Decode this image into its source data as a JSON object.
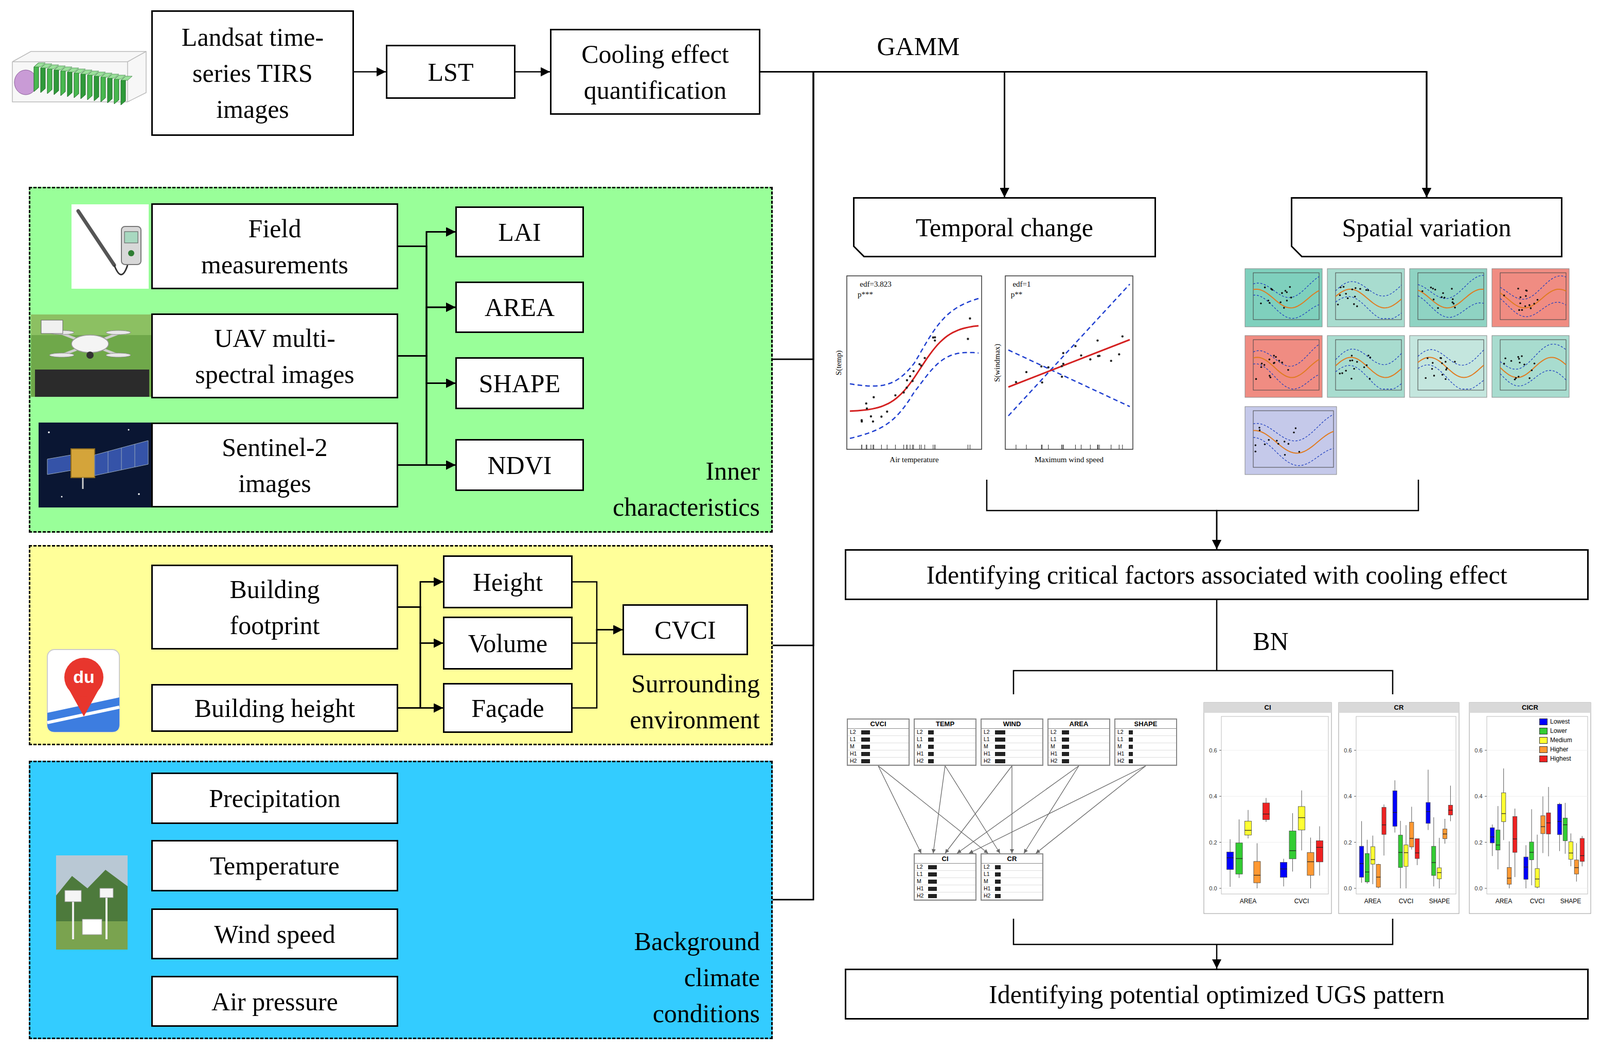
{
  "diagram": {
    "nodes": [
      {
        "text": [
          "Landsat time-series TIRS images"
        ]
      },
      {
        "text": [
          "LST"
        ]
      },
      {
        "text": [
          "Cooling effect quantification"
        ]
      },
      {
        "text": [
          "Inner characteristics"
        ]
      },
      {
        "text": [
          "Field measurements"
        ],
        "in": 3
      },
      {
        "text": [
          "UAV multi-spectral images"
        ],
        "in": 3
      },
      {
        "text": [
          "Sentinel-2 images"
        ],
        "in": 3
      },
      {
        "text": [
          "LAI"
        ],
        "in": 3
      },
      {
        "text": [
          "AREA"
        ],
        "in": 3
      },
      {
        "text": [
          "SHAPE"
        ],
        "in": 3
      },
      {
        "text": [
          "NDVI"
        ],
        "in": 3
      },
      {
        "text": [
          "Surrounding environment"
        ]
      },
      {
        "text": [
          "Building footprint"
        ],
        "in": 11
      },
      {
        "text": [
          "Building height"
        ],
        "in": 11
      },
      {
        "text": [
          "Height"
        ],
        "in": 11
      },
      {
        "text": [
          "Volume"
        ],
        "in": 11
      },
      {
        "text": [
          "Façade"
        ],
        "in": 11
      },
      {
        "text": [
          "CVCI"
        ],
        "in": 11
      },
      {
        "text": [
          "Background climate conditions"
        ]
      },
      {
        "text": [
          "Precipitation"
        ],
        "in": 18
      },
      {
        "text": [
          "Temperature"
        ],
        "in": 18
      },
      {
        "text": [
          "Wind speed"
        ],
        "in": 18
      },
      {
        "text": [
          "Air pressure"
        ],
        "in": 18
      },
      {
        "text": [
          "Temporal change"
        ]
      },
      {
        "text": [
          "Spatial variation"
        ]
      },
      {
        "text": [
          "Identifying critical factors associated with cooling effect"
        ]
      },
      {
        "text": [
          "CVCI",
          "L2",
          "L1",
          "M",
          "H1",
          "H2"
        ]
      },
      {
        "text": [
          "TEMP",
          "L2",
          "L1",
          "M",
          "H1",
          "H2"
        ]
      },
      {
        "text": [
          "WIND",
          "L2",
          "L1",
          "M",
          "H1",
          "H2"
        ]
      },
      {
        "text": [
          "AREA",
          "L2",
          "L1",
          "M",
          "H1",
          "H2"
        ]
      },
      {
        "text": [
          "SHAPE",
          "L2",
          "L1",
          "M",
          "H1",
          "H2"
        ]
      },
      {
        "text": [
          "CI",
          "L2",
          "L1",
          "M",
          "H1",
          "H2"
        ]
      },
      {
        "text": [
          "CR",
          "L2",
          "L1",
          "M",
          "H1",
          "H2"
        ]
      },
      {
        "text": [
          "Identifying potential optimized UGS pattern"
        ]
      }
    ],
    "edges": [
      {
        "from": 0,
        "to": 1,
        "arrow": "to"
      },
      {
        "from": 1,
        "to": 2,
        "arrow": "to"
      },
      {
        "from": 2,
        "to": 23,
        "arrow": "to"
      },
      {
        "from": 2,
        "to": 24,
        "arrow": "to"
      },
      {
        "from": 3,
        "to": 23,
        "arrow": "to"
      },
      {
        "from": 3,
        "to": 24,
        "arrow": "to"
      },
      {
        "from": 11,
        "to": 23,
        "arrow": "to"
      },
      {
        "from": 11,
        "to": 24,
        "arrow": "to"
      },
      {
        "from": 18,
        "to": 23,
        "arrow": "to"
      },
      {
        "from": 18,
        "to": 24,
        "arrow": "to"
      },
      {
        "from": 4,
        "to": 7,
        "arrow": "to"
      },
      {
        "from": 4,
        "to": 8,
        "arrow": "to"
      },
      {
        "from": 4,
        "to": 9,
        "arrow": "to"
      },
      {
        "from": 4,
        "to": 10,
        "arrow": "to"
      },
      {
        "from": 5,
        "to": 7,
        "arrow": "to"
      },
      {
        "from": 5,
        "to": 8,
        "arrow": "to"
      },
      {
        "from": 5,
        "to": 9,
        "arrow": "to"
      },
      {
        "from": 5,
        "to": 10,
        "arrow": "to"
      },
      {
        "from": 6,
        "to": 7,
        "arrow": "to"
      },
      {
        "from": 6,
        "to": 8,
        "arrow": "to"
      },
      {
        "from": 6,
        "to": 9,
        "arrow": "to"
      },
      {
        "from": 6,
        "to": 10,
        "arrow": "to"
      },
      {
        "from": 12,
        "to": 14,
        "arrow": "to"
      },
      {
        "from": 12,
        "to": 15,
        "arrow": "to"
      },
      {
        "from": 12,
        "to": 16,
        "arrow": "to"
      },
      {
        "from": 13,
        "to": 14,
        "arrow": "to"
      },
      {
        "from": 13,
        "to": 15,
        "arrow": "to"
      },
      {
        "from": 13,
        "to": 16,
        "arrow": "to"
      },
      {
        "from": 14,
        "to": 17,
        "arrow": "to"
      },
      {
        "from": 15,
        "to": 17,
        "arrow": "to"
      },
      {
        "from": 16,
        "to": 17,
        "arrow": "to"
      },
      {
        "from": 23,
        "to": 25,
        "arrow": "to"
      },
      {
        "from": 24,
        "to": 25,
        "arrow": "to"
      },
      {
        "from": 26,
        "to": 31,
        "arrow": "to"
      },
      {
        "from": 26,
        "to": 32,
        "arrow": "to"
      },
      {
        "from": 27,
        "to": 31,
        "arrow": "to"
      },
      {
        "from": 27,
        "to": 32,
        "arrow": "to"
      },
      {
        "from": 28,
        "to": 31,
        "arrow": "to"
      },
      {
        "from": 28,
        "to": 32,
        "arrow": "to"
      },
      {
        "from": 29,
        "to": 31,
        "arrow": "to"
      },
      {
        "from": 29,
        "to": 32,
        "arrow": "to"
      },
      {
        "from": 30,
        "to": 31,
        "arrow": "to"
      },
      {
        "from": 30,
        "to": 32,
        "arrow": "to"
      },
      {
        "from": 25,
        "to": 33,
        "arrow": "to"
      }
    ],
    "labels": [
      "GAMM",
      "BN",
      "du",
      "edf=3.823",
      "p***",
      "S(temp)",
      "Air temperature",
      "edf=1",
      "p**",
      "S(windmax)",
      "Maximum wind speed",
      "CI",
      "CR",
      "CICR",
      "AREA",
      "CVCI",
      "AREA",
      "CVCI",
      "SHAPE",
      "AREA",
      "CVCI",
      "SHAPE",
      "0.6",
      "0.4",
      "0.2",
      "0.0",
      "0.6",
      "0.4",
      "0.2",
      "0.0",
      "0.6",
      "0.4",
      "0.2",
      "0.0"
    ],
    "legend": [
      {
        "text": "Lowest",
        "color": "#0000ff"
      },
      {
        "text": "Lower",
        "color": "#33cc33"
      },
      {
        "text": "Medium",
        "color": "#ffff33"
      },
      {
        "text": "Higher",
        "color": "#ff9933"
      },
      {
        "text": "Highest",
        "color": "#ee2222"
      }
    ]
  }
}
